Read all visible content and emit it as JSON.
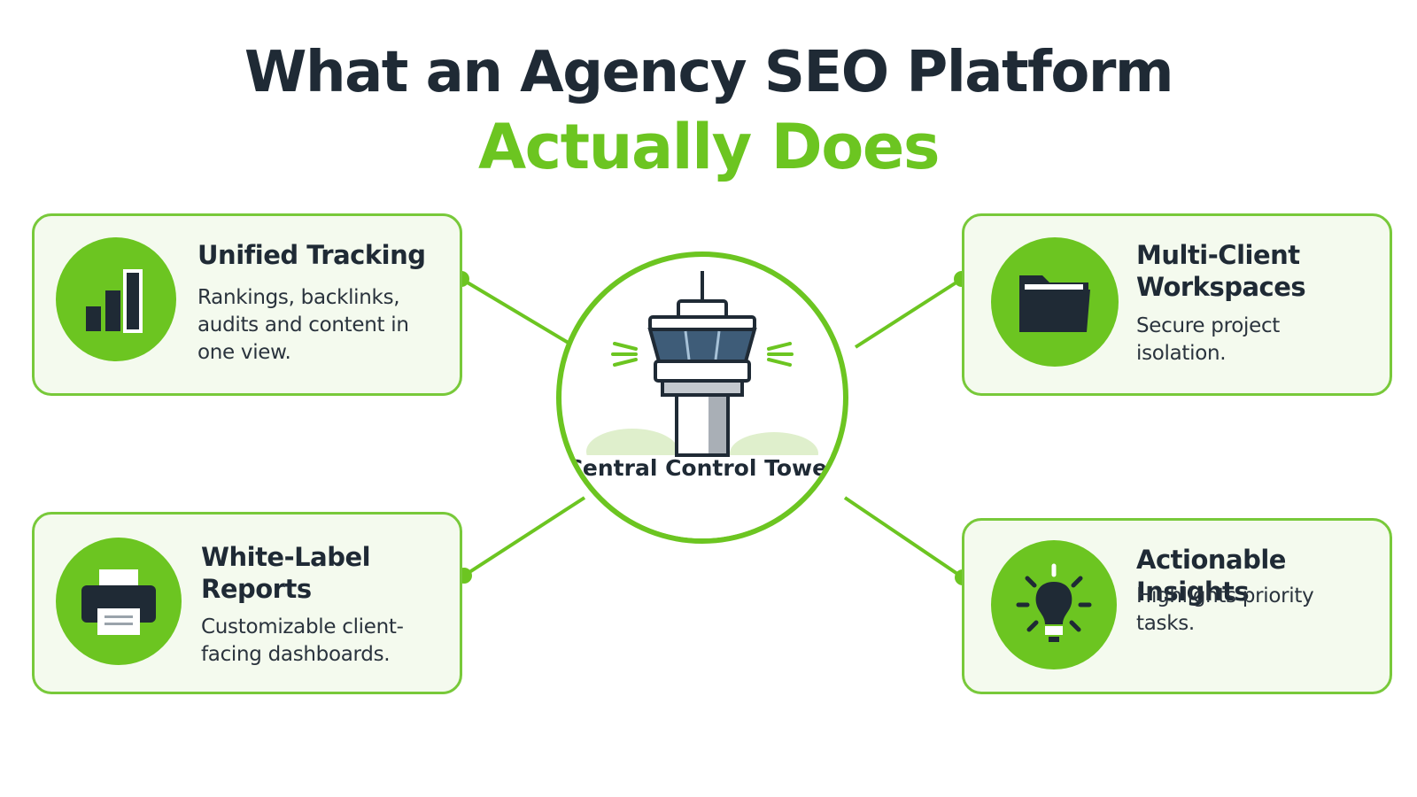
{
  "title": {
    "line1": "What an Agency SEO Platform",
    "line2": "Actually Does"
  },
  "hub": {
    "label": "Central Control Tower",
    "icon": "control-tower-icon"
  },
  "cards": [
    {
      "title": "Unified Tracking",
      "description": "Rankings, backlinks, audits and content in one view.",
      "icon": "bar-chart-icon"
    },
    {
      "title": "Multi-Client Workspaces",
      "description": "Secure project isolation.",
      "icon": "folder-icon"
    },
    {
      "title": "White-Label Reports",
      "description": "Customizable client-facing dashboards.",
      "icon": "printer-icon"
    },
    {
      "title": "Actionable Insights",
      "description": "Highlights priority tasks.",
      "icon": "lightbulb-icon"
    }
  ],
  "colors": {
    "accent": "#6cc521",
    "border": "#78c93a",
    "dark": "#1f2a35",
    "card_bg": "#f4faee"
  }
}
